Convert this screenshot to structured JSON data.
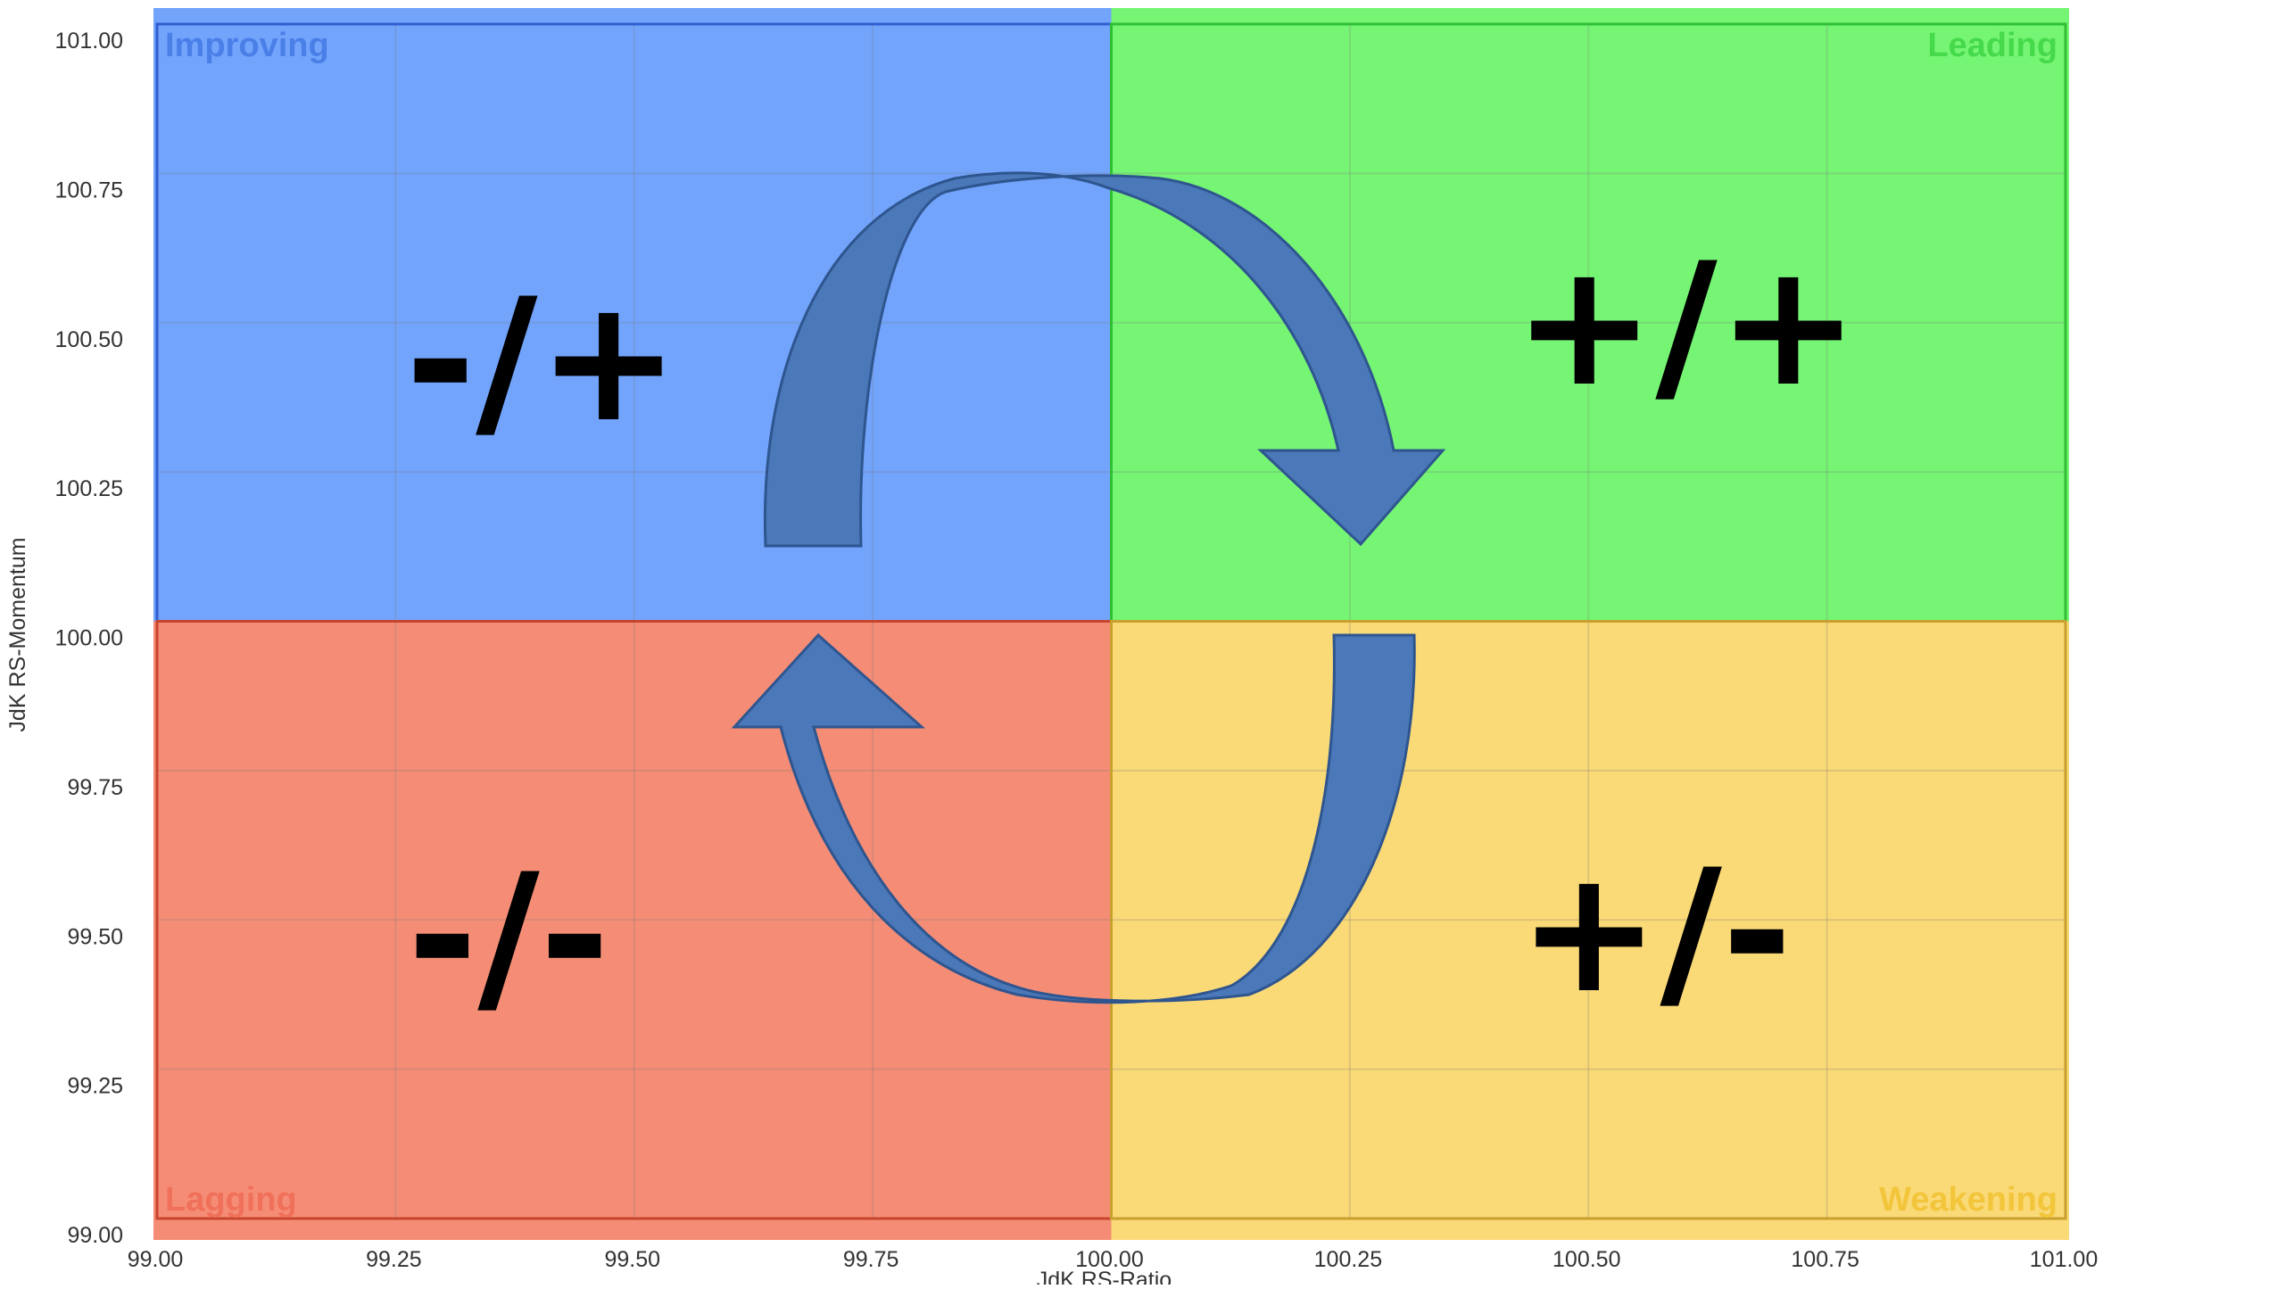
{
  "chart_data": {
    "type": "scatter",
    "title": "",
    "xlabel": "JdK RS-Ratio",
    "ylabel": "JdK RS-Momentum",
    "xlim": [
      99.0,
      101.0
    ],
    "ylim": [
      99.0,
      101.0
    ],
    "x_ticks": [
      "99.00",
      "99.25",
      "99.50",
      "99.75",
      "100.00",
      "100.25",
      "100.50",
      "100.75",
      "101.00"
    ],
    "y_ticks": [
      "101.00",
      "100.75",
      "100.50",
      "100.25",
      "100.00",
      "99.75",
      "99.50",
      "99.25",
      "99.00"
    ],
    "grid": true,
    "series": [],
    "quadrants": [
      {
        "name": "Improving",
        "sign": "-/+",
        "color": "#72a4fc",
        "label_color": "#4a7fe8",
        "position": "top-left"
      },
      {
        "name": "Leading",
        "sign": "+/+",
        "color": "#76f574",
        "label_color": "#46d94c",
        "position": "top-right"
      },
      {
        "name": "Lagging",
        "sign": "-/-",
        "color": "#f58d76",
        "label_color": "#f0705a",
        "position": "bottom-left"
      },
      {
        "name": "Weakening",
        "sign": "+/-",
        "color": "#fad977",
        "label_color": "#f2c53a",
        "position": "bottom-right"
      }
    ],
    "rotation": "clockwise",
    "arrow_color": "#4a78b8"
  }
}
